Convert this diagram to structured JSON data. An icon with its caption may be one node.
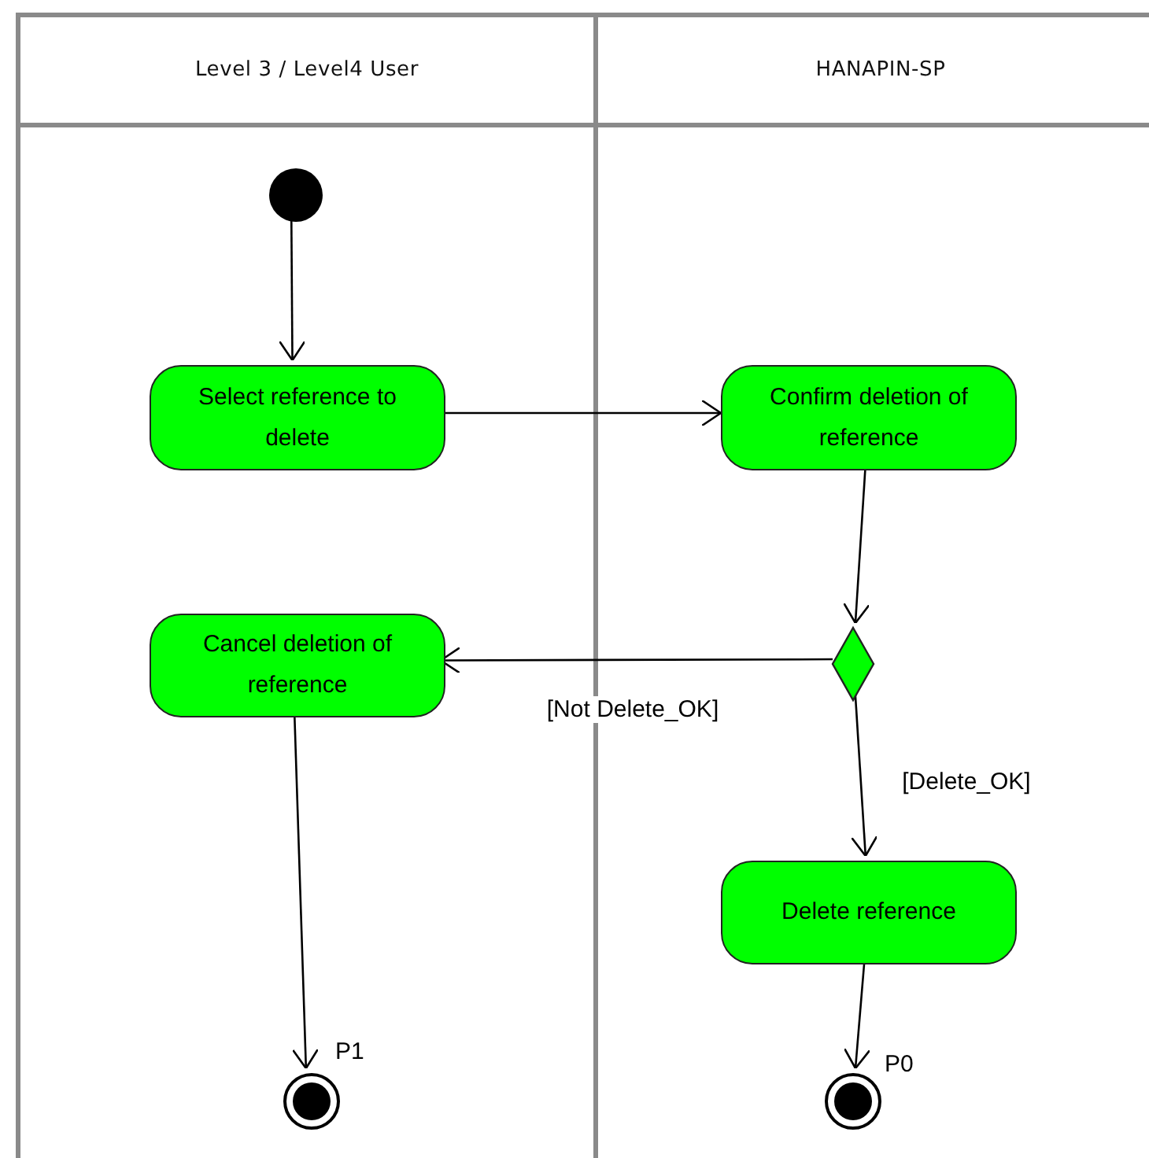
{
  "diagram": {
    "nodes": [
      {
        "text": [
          "Level 3 / Level4 User"
        ]
      },
      {
        "text": [
          "HANAPIN-SP"
        ]
      },
      {
        "text": [],
        "shape": "circle",
        "in": 0
      },
      {
        "text": [
          "Select reference to delete"
        ],
        "in": 0
      },
      {
        "text": [
          "Confirm  deletion of reference"
        ],
        "in": 1
      },
      {
        "text": [],
        "shape": "diamond",
        "in": 1
      },
      {
        "text": [
          "Cancel deletion of reference"
        ],
        "in": 0
      },
      {
        "text": [
          "Delete reference"
        ],
        "in": 1
      },
      {
        "text": [],
        "shape": "bullseye",
        "in": 0,
        "beside": [
          "P1"
        ]
      },
      {
        "text": [],
        "shape": "bullseye",
        "in": 1,
        "beside": [
          "P0"
        ]
      }
    ],
    "edges": [
      {
        "from": 2,
        "to": 3,
        "arrow": "to"
      },
      {
        "from": 3,
        "to": 4,
        "arrow": "to"
      },
      {
        "from": 4,
        "to": 5,
        "arrow": "to"
      },
      {
        "from": 5,
        "to": 6,
        "arrow": "to",
        "label": "[Not Delete_OK]"
      },
      {
        "from": 5,
        "to": 7,
        "arrow": "to",
        "label": "[Delete_OK]"
      },
      {
        "from": 6,
        "to": 8,
        "arrow": "to"
      },
      {
        "from": 7,
        "to": 9,
        "arrow": "to"
      }
    ]
  }
}
